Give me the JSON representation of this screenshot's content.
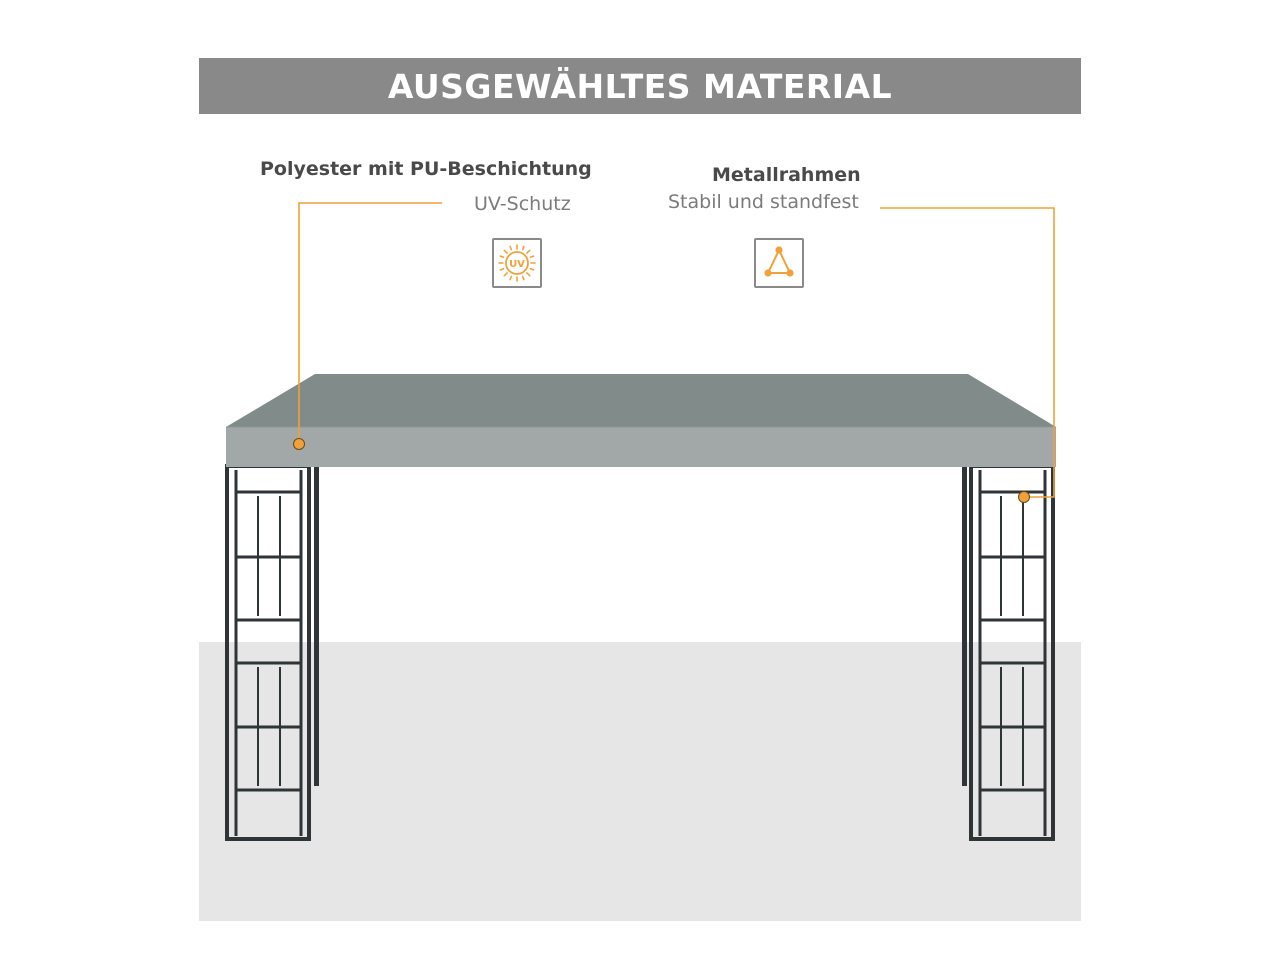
{
  "header": {
    "title": "AUSGEWÄHLTES MATERIAL"
  },
  "features": {
    "left": {
      "title": "Polyester mit PU-Beschichtung",
      "subtitle": "UV-Schutz",
      "icon": "uv-protection-icon"
    },
    "right": {
      "title": "Metallrahmen",
      "subtitle": "Stabil und standfest",
      "icon": "triangle-stability-icon"
    }
  },
  "icon_labels": {
    "uv": "UV"
  },
  "colors": {
    "header_band": "#898989",
    "accent_orange": "#f0a13a",
    "canopy_grey": "#808b8a",
    "frame_dark": "#2f3437",
    "floor": "#e6e6e6"
  }
}
